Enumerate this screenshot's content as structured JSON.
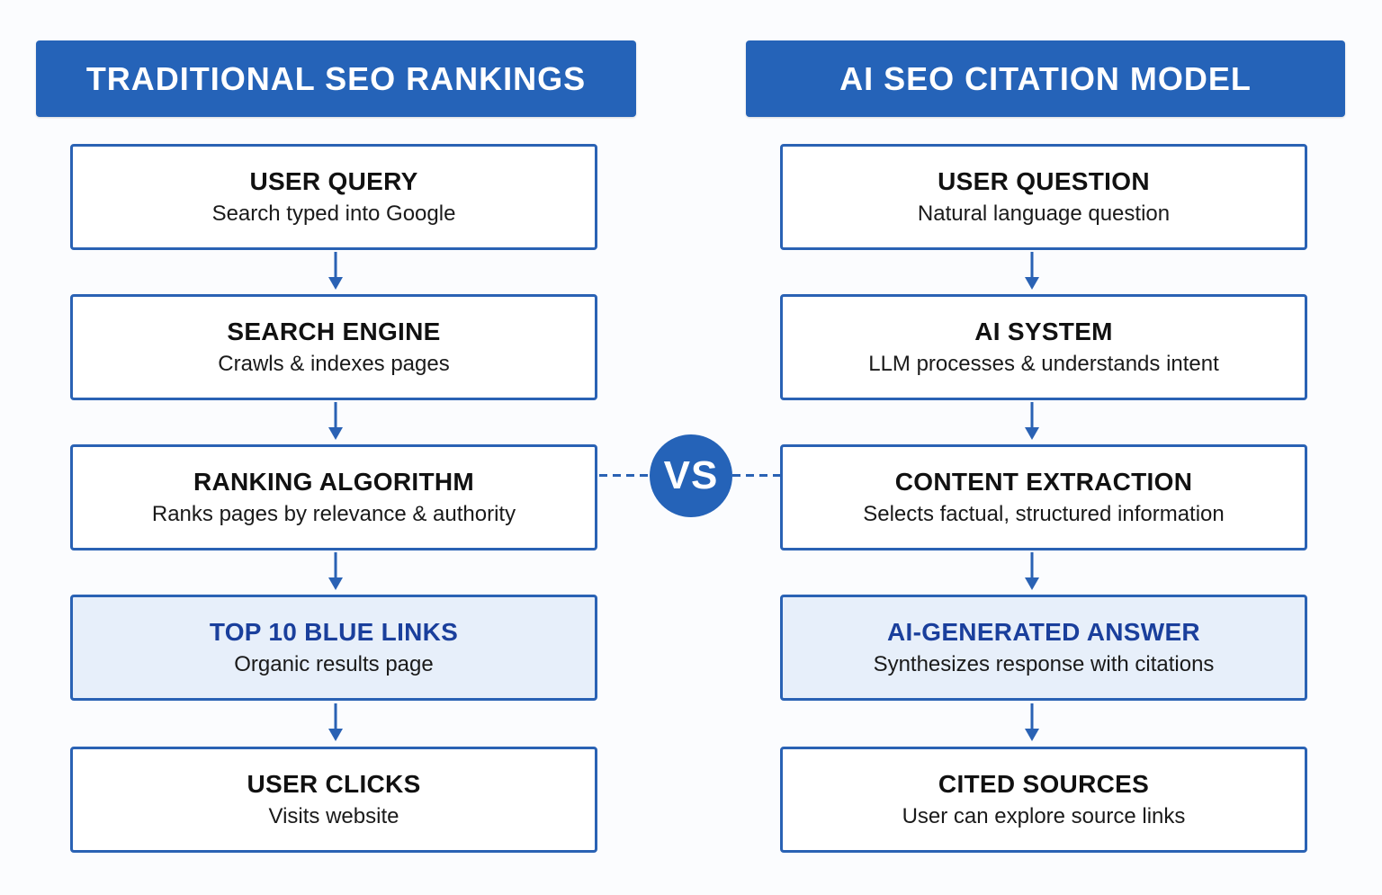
{
  "left": {
    "header": "TRADITIONAL SEO RANKINGS",
    "steps": [
      {
        "title": "USER QUERY",
        "subtitle": "Search typed into Google"
      },
      {
        "title": "SEARCH ENGINE",
        "subtitle": "Crawls & indexes pages"
      },
      {
        "title": "RANKING ALGORITHM",
        "subtitle": "Ranks pages by relevance & authority"
      },
      {
        "title": "TOP 10 BLUE LINKS",
        "subtitle": "Organic results page"
      },
      {
        "title": "USER CLICKS",
        "subtitle": "Visits website"
      }
    ]
  },
  "right": {
    "header": "AI SEO CITATION MODEL",
    "steps": [
      {
        "title": "USER QUESTION",
        "subtitle": "Natural language question"
      },
      {
        "title": "AI SYSTEM",
        "subtitle": "LLM processes & understands intent"
      },
      {
        "title": "CONTENT EXTRACTION",
        "subtitle": "Selects factual, structured information"
      },
      {
        "title": "AI-GENERATED ANSWER",
        "subtitle": "Synthesizes response with citations"
      },
      {
        "title": "CITED SOURCES",
        "subtitle": "User can explore source links"
      }
    ]
  },
  "vs_label": "VS",
  "colors": {
    "primary": "#2563b8",
    "border": "#2a62b4",
    "highlight_bg": "#e7effa",
    "highlight_title": "#1a3f9c"
  }
}
